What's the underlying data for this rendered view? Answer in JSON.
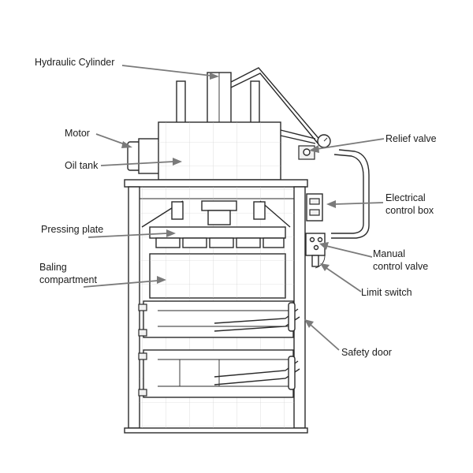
{
  "labels": {
    "hydraulic_cylinder": "Hydraulic Cylinder",
    "motor": "Motor",
    "oil_tank": "Oil tank",
    "relief_valve": "Relief valve",
    "electrical_control_box_line1": "Electrical",
    "electrical_control_box_line2": "control box",
    "pressing_plate": "Pressing plate",
    "baling_compartment_line1": "Baling",
    "baling_compartment_line2": "compartment",
    "manual_control_valve_line1": "Manual",
    "manual_control_valve_line2": "control valve",
    "limit_switch": "Limit switch",
    "safety_door": "Safety door"
  }
}
